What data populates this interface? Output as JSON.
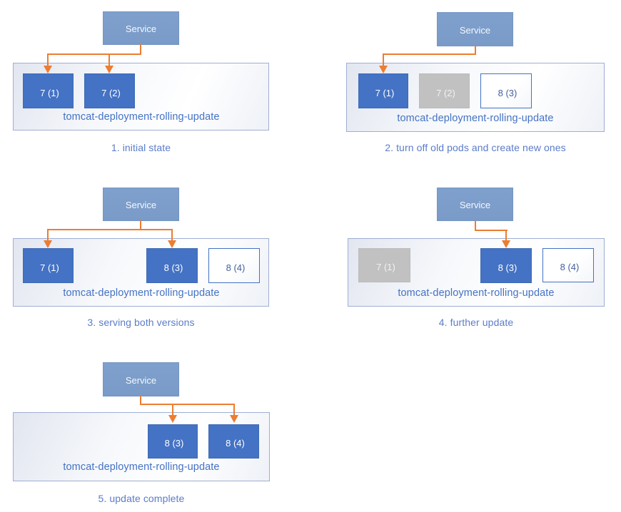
{
  "colors": {
    "service_fill": "#7FA0CC",
    "service_fill_2": "#7A9BC8",
    "service_border": "#7595C2",
    "pod_active_fill": "#4472C4",
    "pod_active_border": "#3F6BB5",
    "pod_inactive_fill": "#C1C1C1",
    "pod_new_border": "#4472C4",
    "pod_new_text": "#44619E",
    "arrow": "#ED7D31",
    "deployment_border": "#9FAFD2",
    "deployment_label_text": "#4472C4",
    "caption_text": "#5B7CC9"
  },
  "panels": [
    {
      "caption": "1. initial state",
      "service_label": "Service",
      "deployment_label": "tomcat-deployment-rolling-update",
      "pods": [
        {
          "label": "7 (1)",
          "state": "active"
        },
        {
          "label": "7 (2)",
          "state": "active"
        }
      ],
      "arrow_targets": [
        "7 (1)",
        "7 (2)"
      ]
    },
    {
      "caption": "2. turn off old pods and create new ones",
      "service_label": "Service",
      "deployment_label": "tomcat-deployment-rolling-update",
      "pods": [
        {
          "label": "7 (1)",
          "state": "active"
        },
        {
          "label": "7 (2)",
          "state": "inactive"
        },
        {
          "label": "8 (3)",
          "state": "new"
        }
      ],
      "arrow_targets": [
        "7 (1)"
      ]
    },
    {
      "caption": "3. serving both versions",
      "service_label": "Service",
      "deployment_label": "tomcat-deployment-rolling-update",
      "pods": [
        {
          "label": "7 (1)",
          "state": "active"
        },
        {
          "label": "8 (3)",
          "state": "active"
        },
        {
          "label": "8 (4)",
          "state": "new"
        }
      ],
      "arrow_targets": [
        "7 (1)",
        "8 (3)"
      ]
    },
    {
      "caption": "4. further update",
      "service_label": "Service",
      "deployment_label": "tomcat-deployment-rolling-update",
      "pods": [
        {
          "label": "7 (1)",
          "state": "inactive"
        },
        {
          "label": "8 (3)",
          "state": "active"
        },
        {
          "label": "8 (4)",
          "state": "new"
        }
      ],
      "arrow_targets": [
        "8 (3)"
      ]
    },
    {
      "caption": "5. update complete",
      "service_label": "Service",
      "deployment_label": "tomcat-deployment-rolling-update",
      "pods": [
        {
          "label": "8 (3)",
          "state": "active"
        },
        {
          "label": "8 (4)",
          "state": "active"
        }
      ],
      "arrow_targets": [
        "8 (3)",
        "8 (4)"
      ]
    }
  ]
}
